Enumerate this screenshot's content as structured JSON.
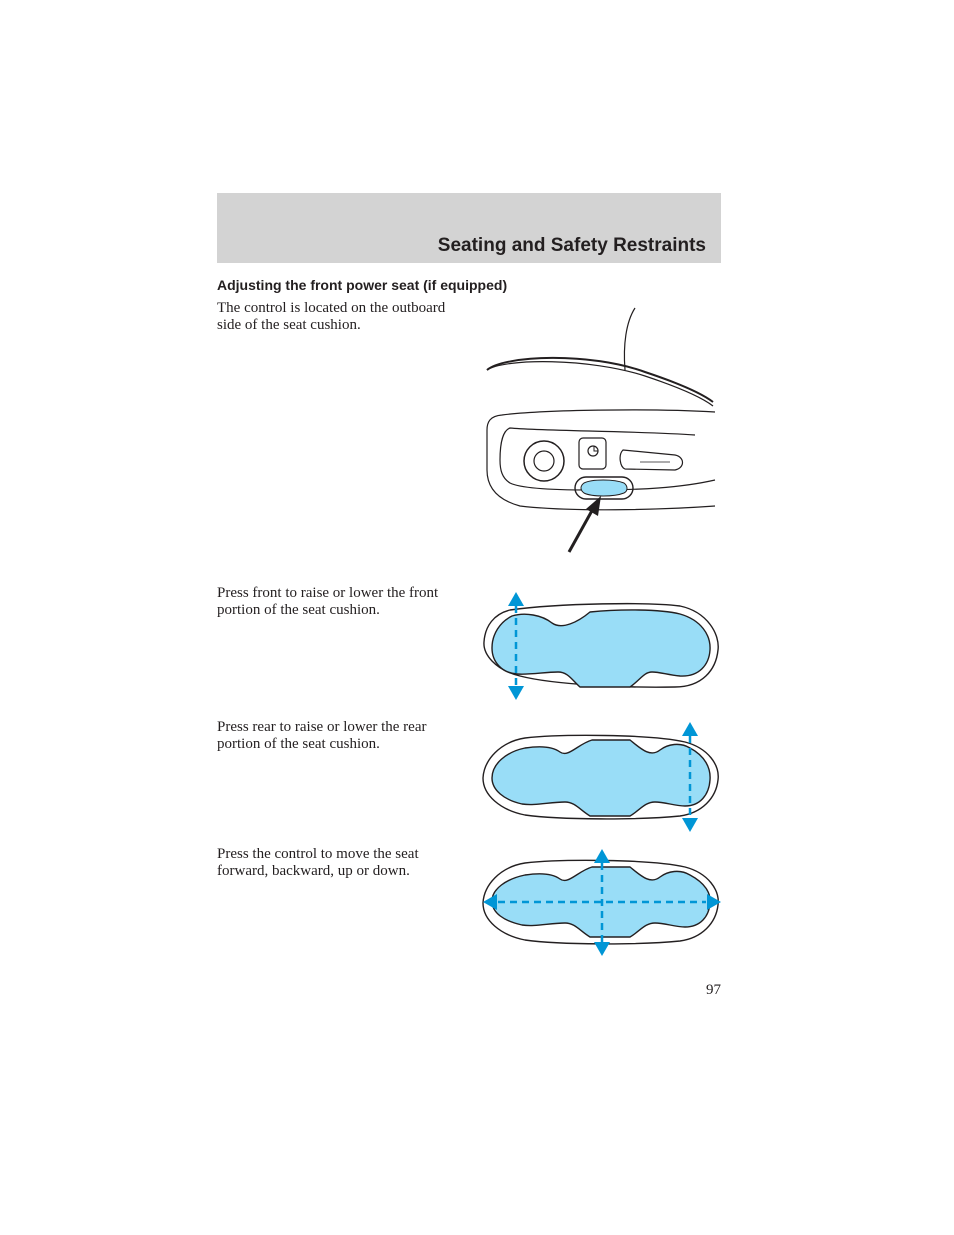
{
  "header": {
    "title": "Seating and Safety Restraints"
  },
  "section": {
    "heading": "Adjusting the front power seat (if equipped)"
  },
  "paragraphs": [
    "The control is located on the outboard side of the seat cushion.",
    "Press front to raise or lower the front portion of the seat cushion.",
    "Press rear to raise or lower the rear portion of the seat cushion.",
    "Press the control to move the seat forward, backward, up or down."
  ],
  "figures": [
    {
      "name": "seat-side-controls-illustration",
      "icon": "seat-control-location-illustration"
    },
    {
      "name": "front-edge-control-illustration",
      "icon": "vertical-double-arrow-front",
      "arrow_color": "#0096d6"
    },
    {
      "name": "rear-edge-control-illustration",
      "icon": "vertical-double-arrow-rear",
      "arrow_color": "#0096d6"
    },
    {
      "name": "center-control-illustration",
      "icon": "four-way-arrows",
      "arrow_color": "#0096d6"
    }
  ],
  "colors": {
    "header_band": "#d3d3d3",
    "control_fill": "#99ddf7",
    "arrow": "#0096d6"
  },
  "page_number": "97"
}
